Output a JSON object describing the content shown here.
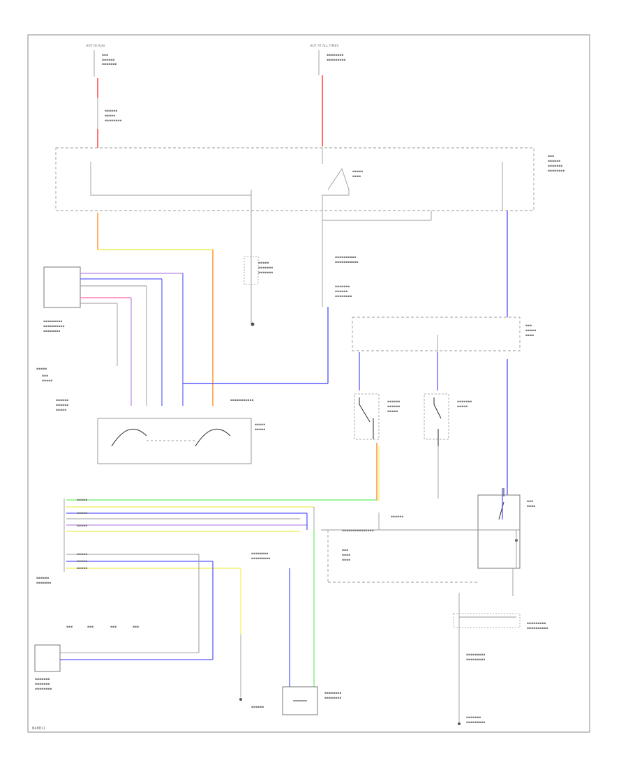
{
  "diagram": {
    "colors": {
      "red": "#ff4a4a",
      "orange": "#ff8a1e",
      "yellow": "#eeee55",
      "blue": "#5a5aff",
      "violet": "#b98ae8",
      "pink": "#ff66aa",
      "green": "#66ee66",
      "black": "#333333",
      "gray": "#999999"
    },
    "labels": {
      "top_left_source": "HOT IN RUN",
      "top_center_source": "HOT AT ALL TIMES",
      "footer_id": "B48811"
    },
    "components": [
      "fuse_top_left",
      "fuse_top_center",
      "underhood_fuse_box",
      "fan_control_relay",
      "ac_pressure_switch",
      "condenser_fan_relay",
      "radiator_fan_relay",
      "engine_control_module",
      "compressor_clutch",
      "ac_switch",
      "radiator_fan_switch",
      "thermal_protector"
    ]
  }
}
